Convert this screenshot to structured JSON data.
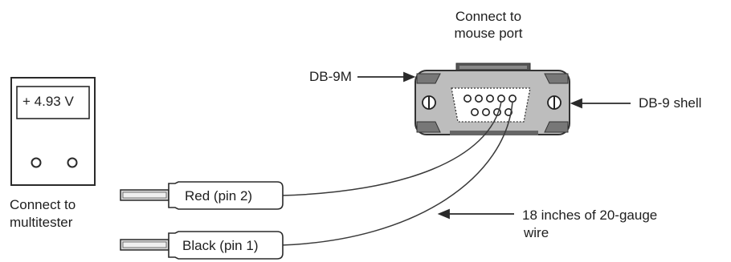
{
  "labels": {
    "connect_mouse": [
      "Connect to",
      "mouse port"
    ],
    "db9m": "DB-9M",
    "db9_shell": "DB-9 shell",
    "connect_multitester": [
      "Connect to",
      "multitester"
    ],
    "wire_note": [
      "18 inches of 20-gauge",
      "wire"
    ]
  },
  "meter": {
    "reading": "+ 4.93 V"
  },
  "plugs": [
    {
      "label": "Red (pin 2)"
    },
    {
      "label": "Black (pin 1)"
    }
  ]
}
